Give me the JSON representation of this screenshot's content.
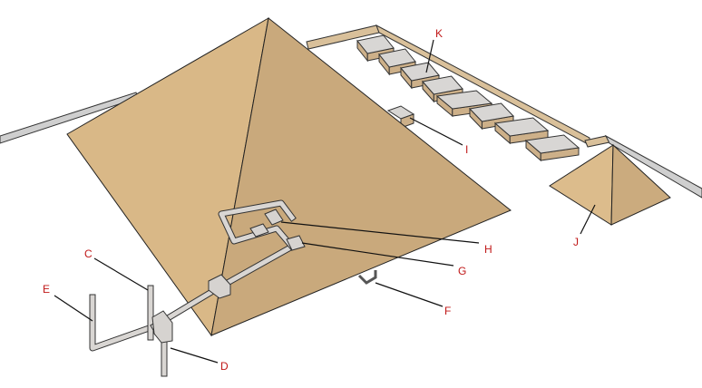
{
  "diagram": {
    "labels": {
      "C": "C",
      "D": "D",
      "E": "E",
      "F": "F",
      "G": "G",
      "H": "H",
      "I": "I",
      "J": "J",
      "K": "K"
    },
    "colors": {
      "pyramid_left_face": "#d9b887",
      "pyramid_right_face": "#c9a97c",
      "passage": "#d9d6d3",
      "label": "#c01818"
    }
  }
}
